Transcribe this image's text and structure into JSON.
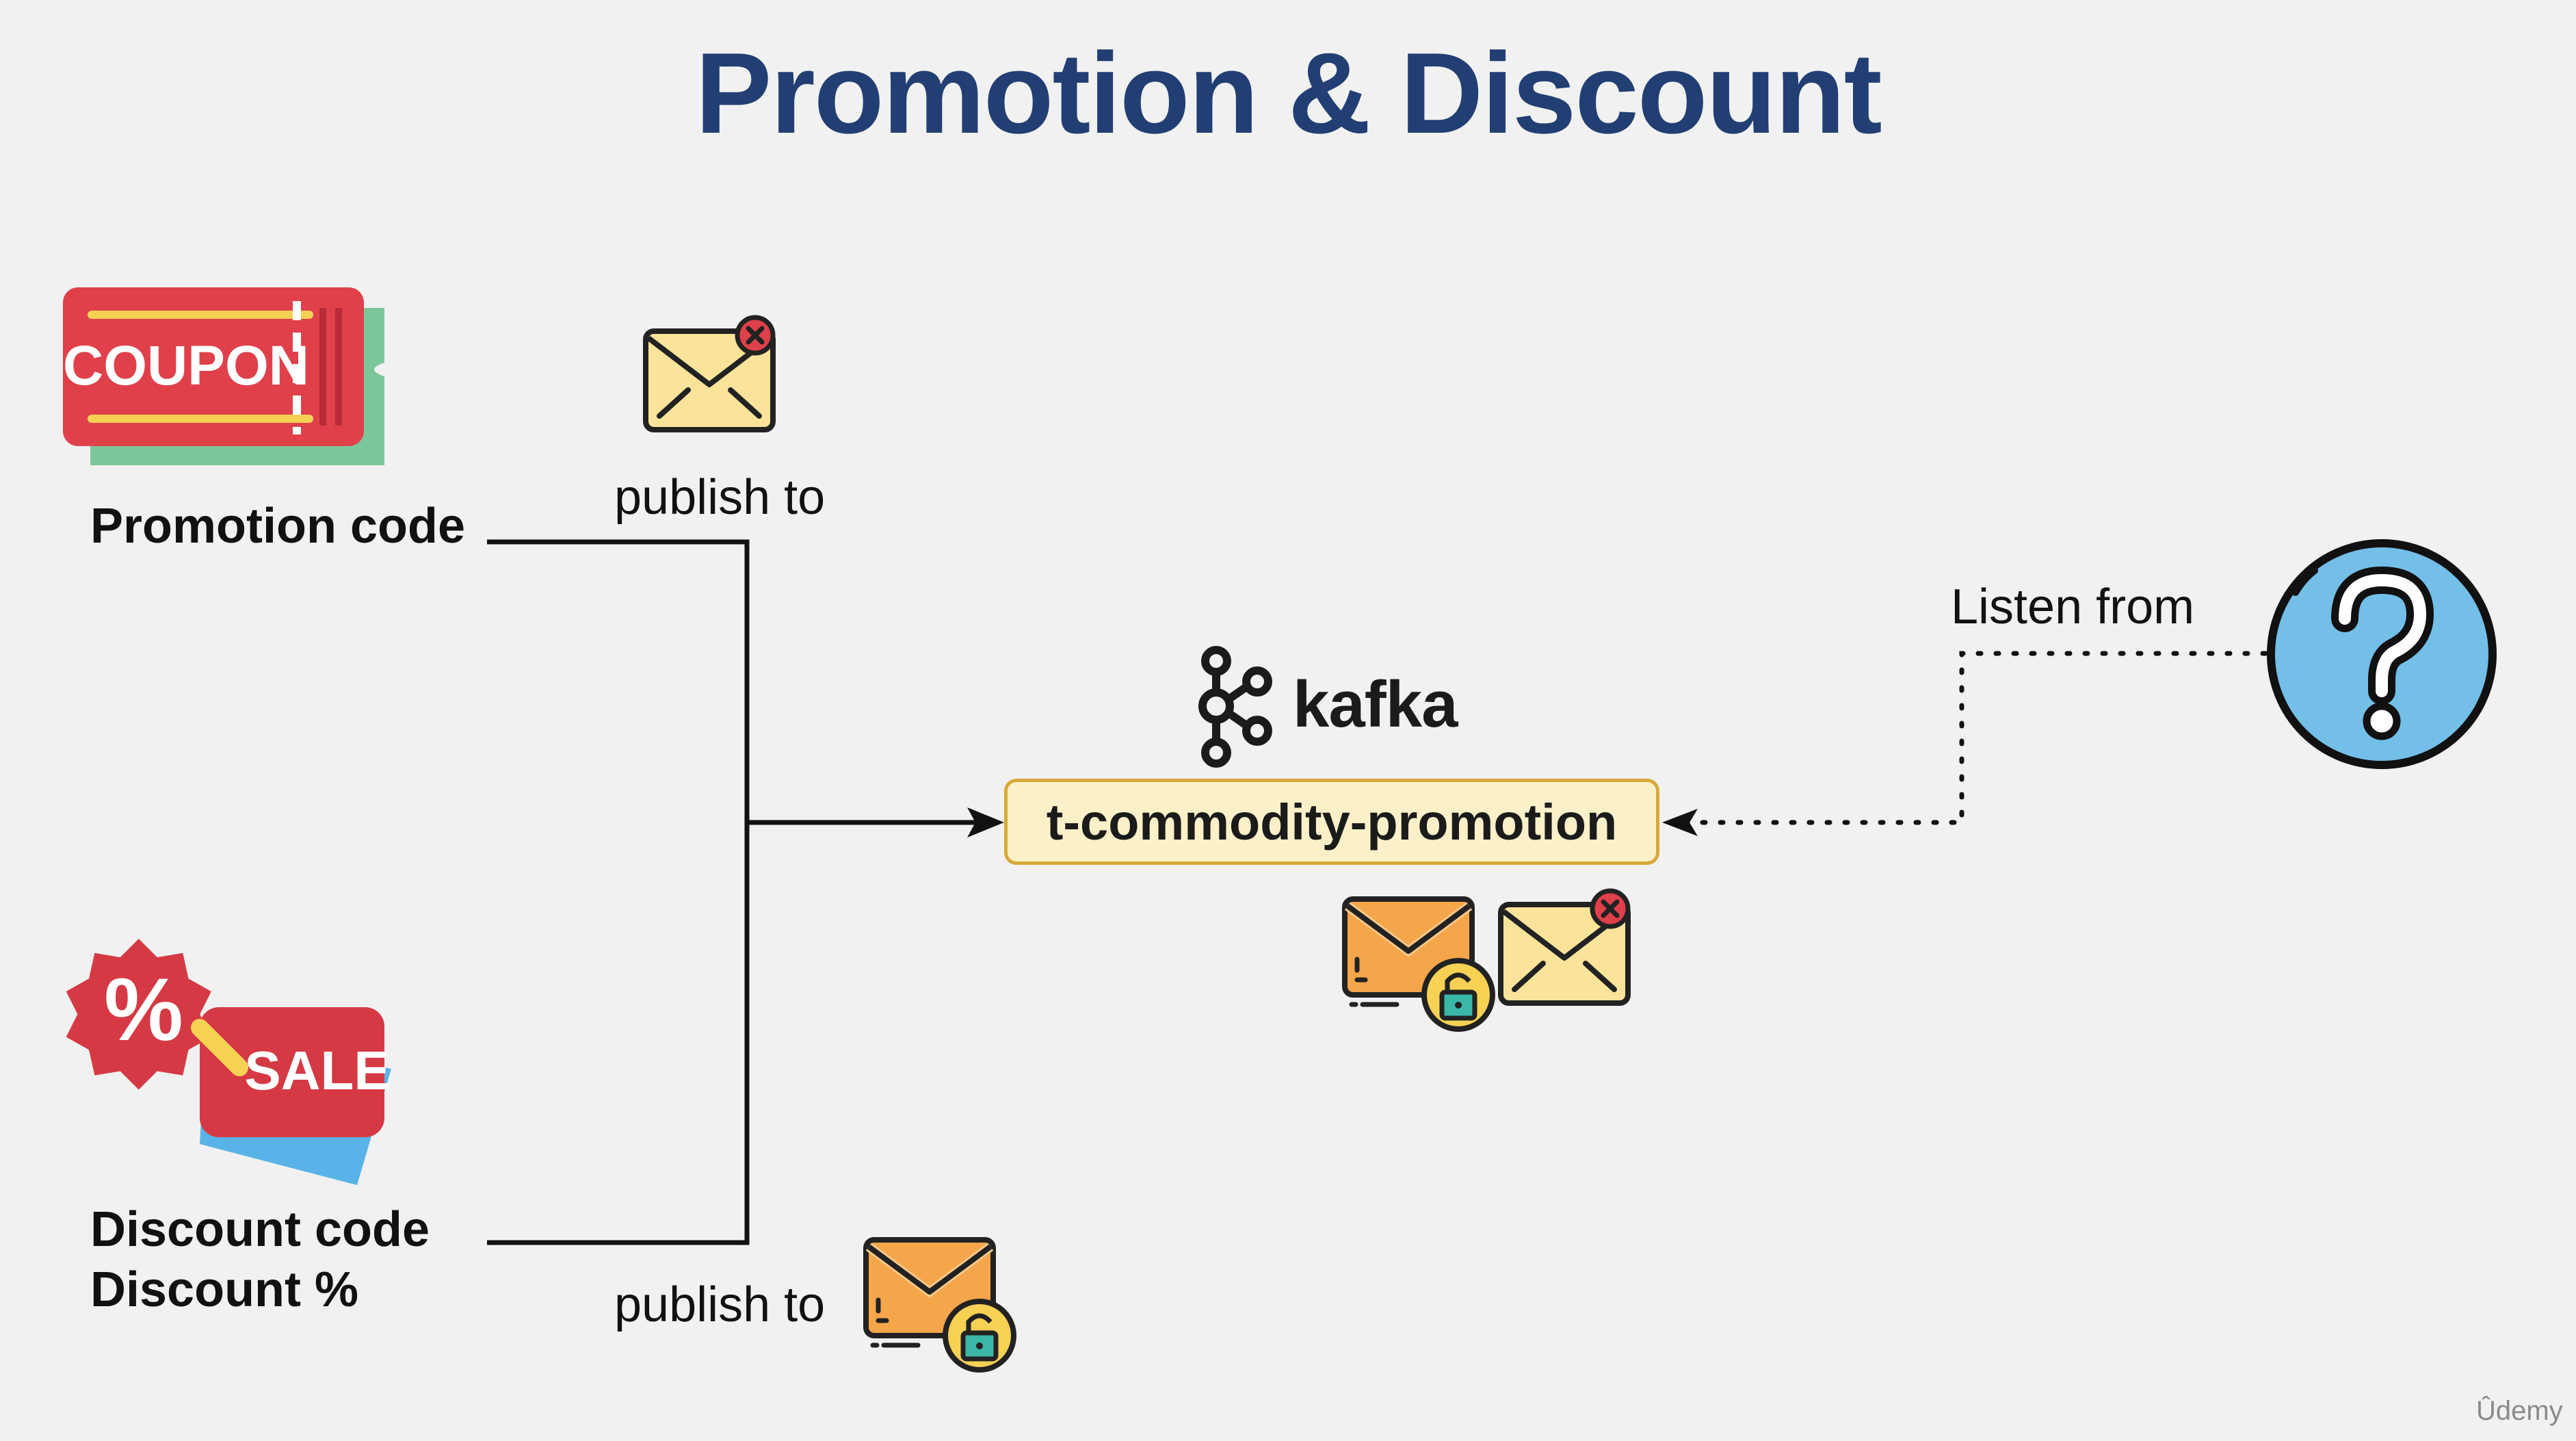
{
  "title": "Promotion & Discount",
  "sources": {
    "coupon": {
      "badge_text": "COUPON",
      "label": "Promotion code",
      "icon": "coupon-ticket-icon"
    },
    "discount": {
      "badge_symbol": "%",
      "badge_text": "SALE",
      "label_line1": "Discount code",
      "label_line2": "Discount %",
      "icon": "sale-tag-icon"
    }
  },
  "edges": {
    "publish_top": "publish to",
    "publish_bottom": "publish to",
    "listen": "Listen from"
  },
  "broker": {
    "name": "kafka",
    "topic": "t-commodity-promotion"
  },
  "consumer": {
    "symbol": "?",
    "icon": "question-mark-icon",
    "color": "#73bfe8"
  },
  "watermark": "Ûdemy",
  "colors": {
    "title": "#223f73",
    "coupon_red": "#e0404a",
    "coupon_green": "#7cc79a",
    "topic_fill": "#fbf0c8",
    "topic_border": "#d8a93b",
    "envelope_yellow": "#fbe49a",
    "envelope_orange": "#f5a54a",
    "lock_teal": "#3bb7a8"
  }
}
